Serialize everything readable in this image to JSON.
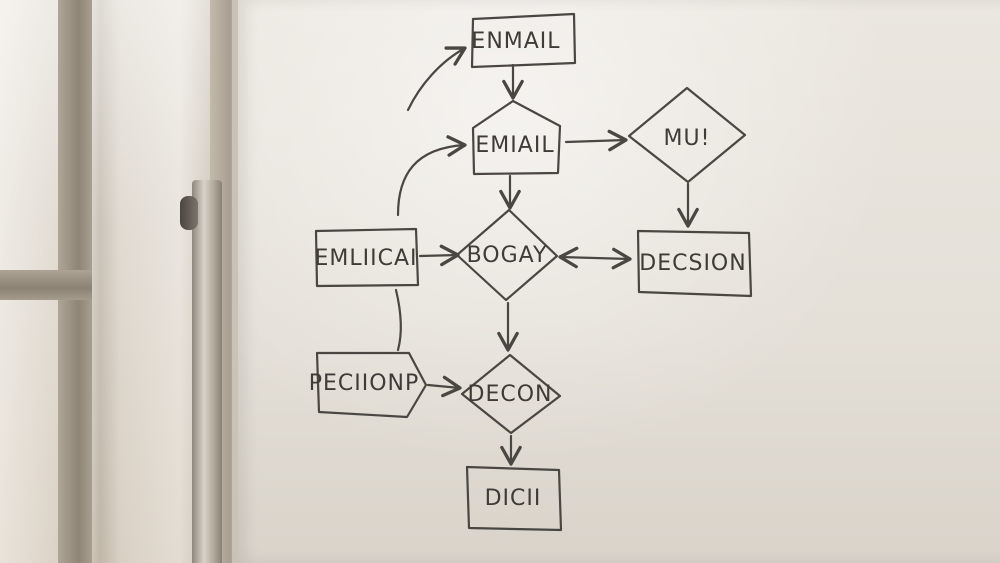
{
  "nodes": [
    {
      "id": "n1",
      "shape": "rect",
      "text": "ENMAIL"
    },
    {
      "id": "n2",
      "shape": "pentagon",
      "text": "EMIAIL"
    },
    {
      "id": "n3",
      "shape": "diamond",
      "text": "MU!"
    },
    {
      "id": "n4",
      "shape": "rect",
      "text": "EMLIICAI"
    },
    {
      "id": "n5",
      "shape": "diamond",
      "text": "BOGAY"
    },
    {
      "id": "n6",
      "shape": "rect",
      "text": "DECSION"
    },
    {
      "id": "n7",
      "shape": "tag",
      "text": "PECIIONP"
    },
    {
      "id": "n8",
      "shape": "diamond",
      "text": "DECON"
    },
    {
      "id": "n9",
      "shape": "rect",
      "text": "DICII"
    }
  ],
  "colors": {
    "ink": "#4a4642",
    "board": "#e6e1d9"
  }
}
